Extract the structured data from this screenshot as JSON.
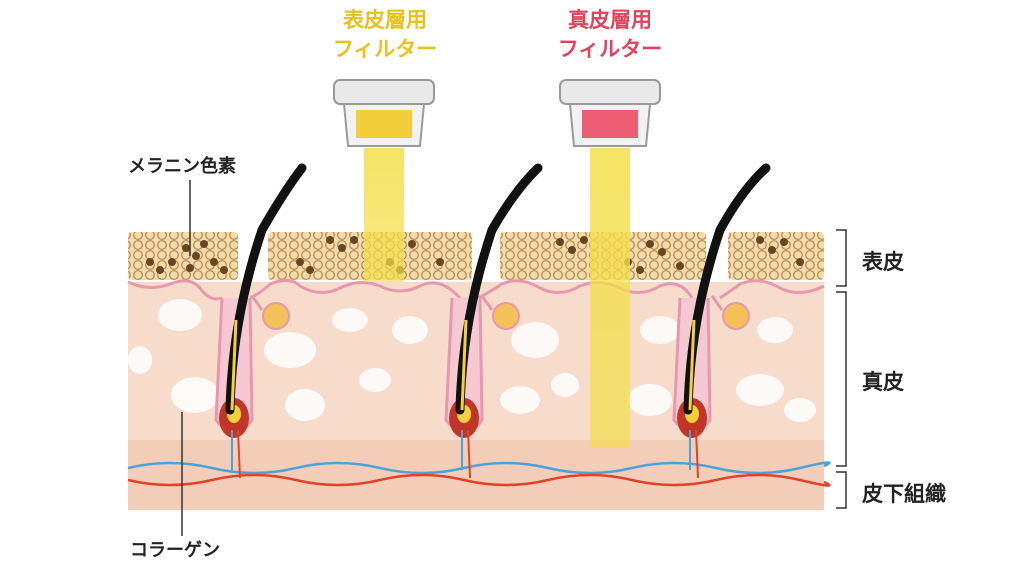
{
  "filters": [
    {
      "line1": "表皮層用",
      "line2": "フィルター",
      "title_color": "#e6c21a",
      "window_color": "#f2cf3a"
    },
    {
      "line1": "真皮層用",
      "line2": "フィルター",
      "title_color": "#e0435b",
      "window_color": "#ec5f72"
    }
  ],
  "labels": {
    "melanin": "メラニン色素",
    "collagen": "コラーゲン",
    "epidermis": "表皮",
    "dermis": "真皮",
    "subcutaneous": "皮下組織"
  },
  "colors": {
    "beam": "#f3df4a",
    "epidermis_fill": "#f3ddb0",
    "melanin_dark": "#5b3a1c",
    "melanin_light": "#b8863c",
    "dermis_fill": "#f6d9c8",
    "dermis_border": "#e898ae",
    "hair": "#111111",
    "blood_blue": "#4aa3d8",
    "blood_red": "#e0432c"
  }
}
